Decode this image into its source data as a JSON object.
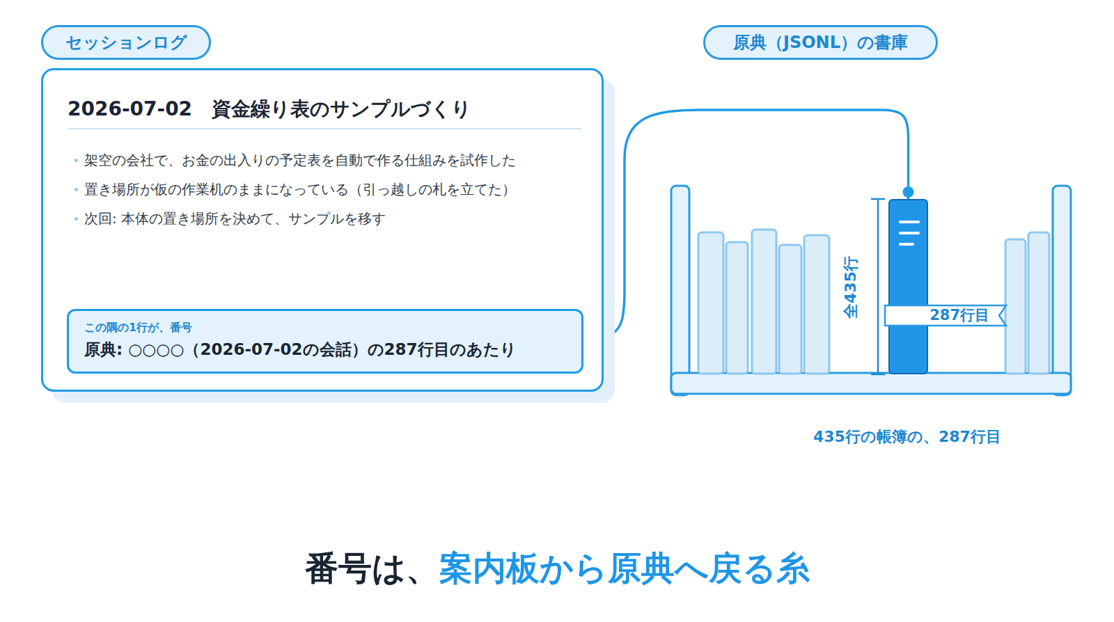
{
  "diagram": {
    "caption": "番号は、案内板から原典へ戻る糸",
    "nodes": [
      {
        "text": [
          "セッションログ"
        ]
      },
      {
        "text": [
          "2026-07-02　資金繰り表のサンプルづくり",
          "架空の会社で、お金の出入りの予定表を自動で作る仕組みを試作した",
          "置き場所が仮の作業机のままになっている（引っ越しの札を立てた）",
          "次回: 本体の置き場所を決めて、サンプルを移す"
        ]
      },
      {
        "text": [
          "この隅の1行が、番号",
          "原典: ○○○○（2026-07-02の会話）の287行目のあたり"
        ],
        "in": 1
      },
      {
        "text": [
          "原典（JSONL）の書庫"
        ]
      },
      {
        "text": [
          "287行目"
        ]
      }
    ],
    "edges": [
      {
        "from": 1,
        "to": 4,
        "arrow": "none"
      }
    ],
    "labels": [
      "全435行",
      "435行の帳簿の、287行目"
    ]
  }
}
